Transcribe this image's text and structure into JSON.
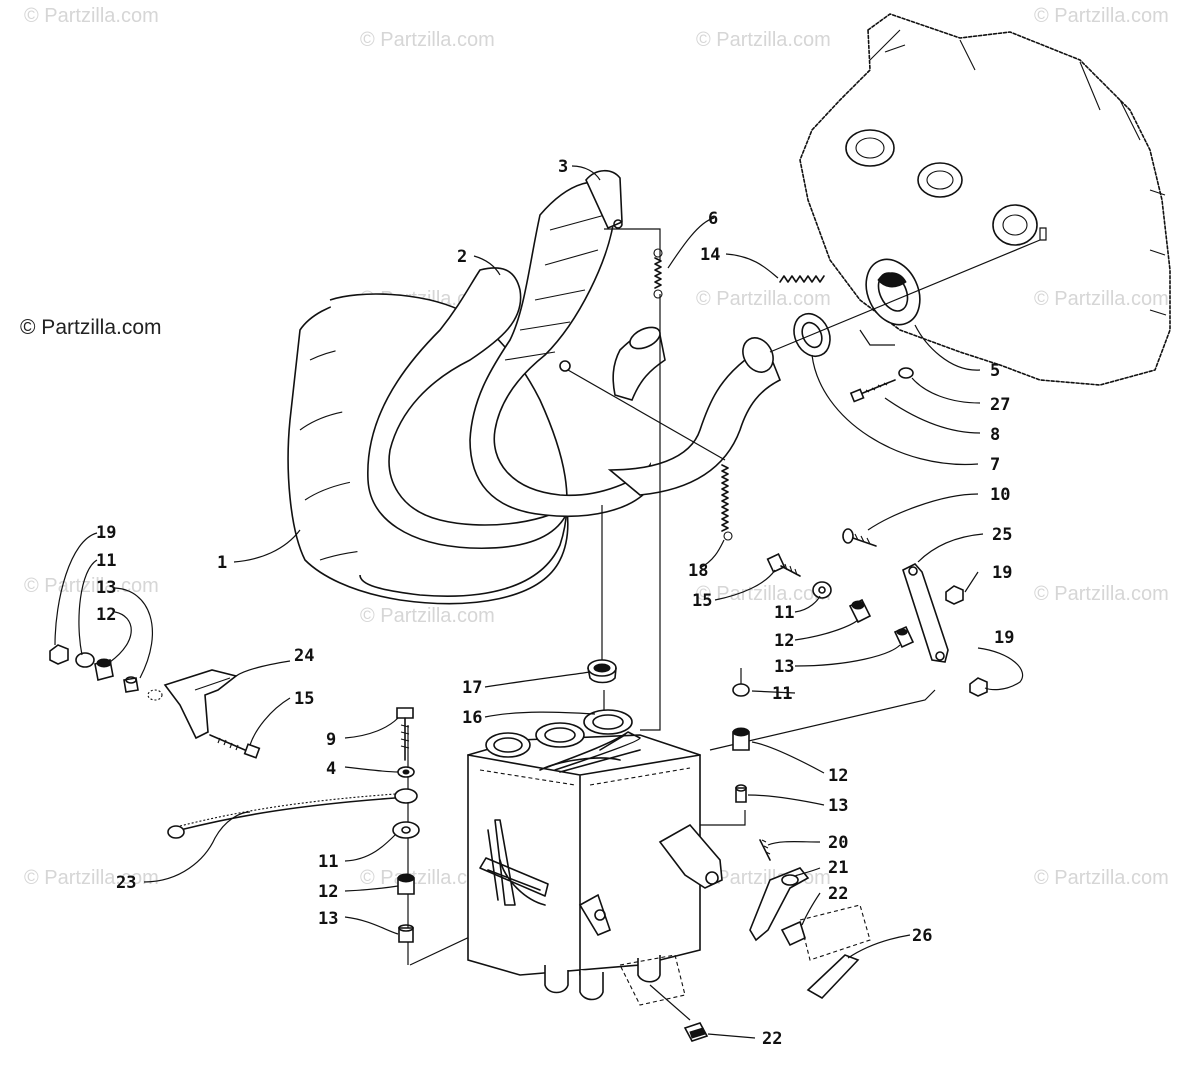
{
  "credit": "© Partzilla.com",
  "watermark_text": "© Partzilla.com",
  "callouts": [
    "1",
    "2",
    "3",
    "4",
    "5",
    "6",
    "7",
    "8",
    "9",
    "10",
    "11",
    "12",
    "13",
    "14",
    "15",
    "16",
    "17",
    "18",
    "19",
    "20",
    "21",
    "22",
    "23",
    "24",
    "25",
    "26",
    "27"
  ],
  "colors": {
    "ink": "#111111",
    "background": "#ffffff",
    "watermark": "#d6d6d6"
  }
}
